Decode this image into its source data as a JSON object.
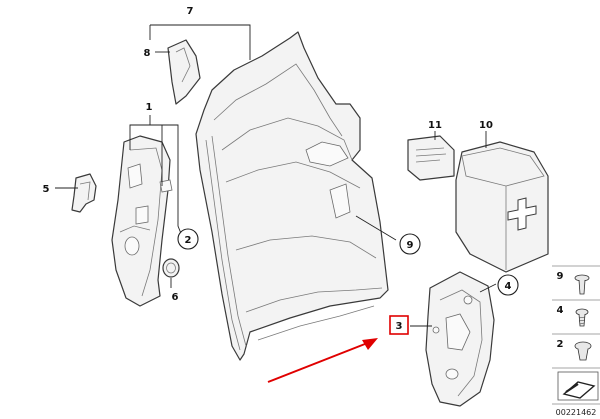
{
  "callouts": {
    "c1": "1",
    "c2a": "2",
    "c3": "3",
    "c4": "4",
    "c5": "5",
    "c6": "6",
    "c7": "7",
    "c8": "8",
    "c9": "9",
    "c10": "10",
    "c11": "11"
  },
  "legend": {
    "n9": "9",
    "n4": "4",
    "n2": "2"
  },
  "reference_number": "00221462",
  "colors": {
    "highlight": "#e00000",
    "outline": "#3a3a3a",
    "fill": "#f3f3f3"
  }
}
